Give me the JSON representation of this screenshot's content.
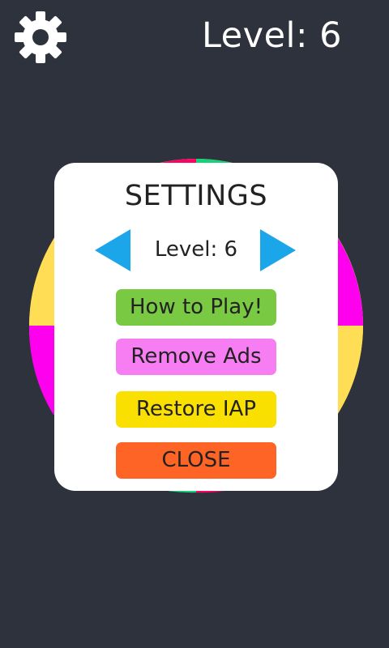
{
  "header": {
    "settings_icon": "gear-icon",
    "level_text": "Level: 6"
  },
  "wheel": {
    "colors": [
      "#ff0066",
      "#14d27a",
      "#cc00ff",
      "#ffdd55",
      "#ff0066",
      "#14d27a",
      "#ff00ee",
      "#ffdd55"
    ]
  },
  "dialog": {
    "title": "SETTINGS",
    "prev_icon": "arrow-left-icon",
    "next_icon": "arrow-right-icon",
    "level_text": "Level: 6",
    "buttons": {
      "how_to_play": "How to Play!",
      "remove_ads": "Remove Ads",
      "restore_iap": "Restore IAP",
      "close": "CLOSE"
    }
  },
  "colors": {
    "background": "#2e323d",
    "arrow": "#1aa6e8",
    "how_to_play": "#7ac943",
    "remove_ads": "#f77ef2",
    "restore_iap": "#fae000",
    "close": "#ff6427"
  }
}
